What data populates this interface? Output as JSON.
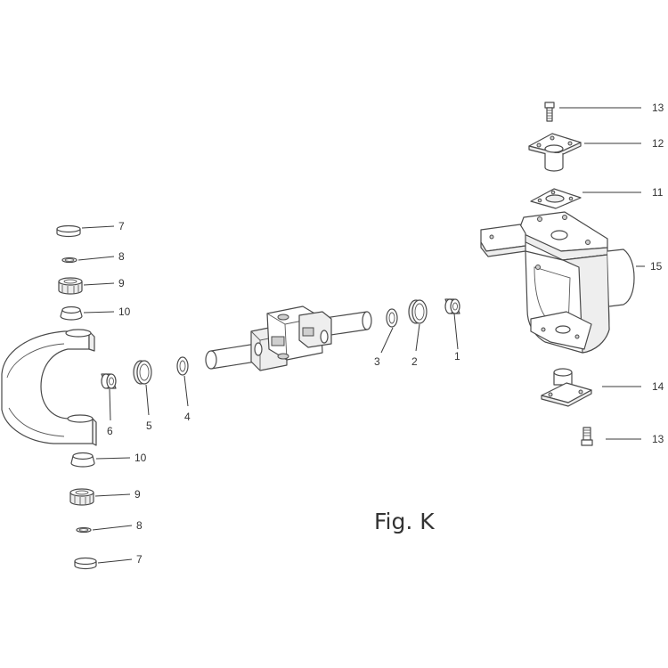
{
  "figure": {
    "caption": "Fig. K"
  },
  "callouts": {
    "c1": "1",
    "c2": "2",
    "c3": "3",
    "c4": "4",
    "c5": "5",
    "c6": "6",
    "c7_top": "7",
    "c8_top": "8",
    "c9_top": "9",
    "c10_top": "10",
    "c10_bottom": "10",
    "c9_bottom": "9",
    "c8_bottom": "8",
    "c7_bottom": "7",
    "c11": "11",
    "c12": "12",
    "c13_top": "13",
    "c14": "14",
    "c13_bottom": "13",
    "c15": "15"
  },
  "colors": {
    "line": "#4a4a4a",
    "text": "#333333",
    "background": "#ffffff"
  }
}
